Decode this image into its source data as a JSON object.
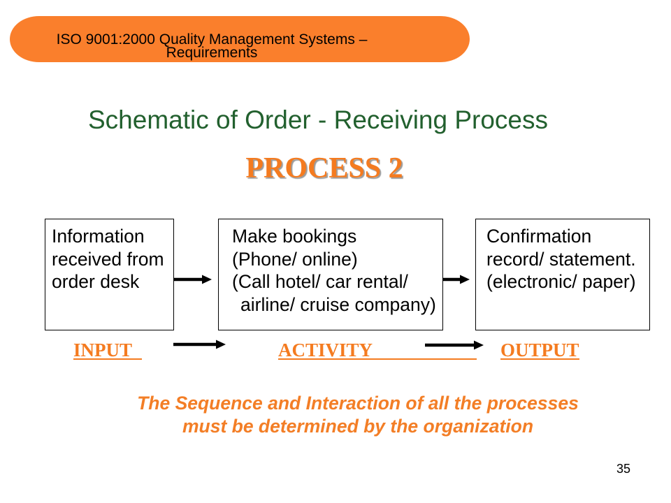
{
  "header": {
    "line1": "ISO 9001:2000 Quality Management Systems –",
    "line2": "Requirements"
  },
  "title": "Schematic of Order - Receiving Process",
  "process_label": "PROCESS 2",
  "boxes": {
    "input": [
      "Information",
      "received from",
      "order desk"
    ],
    "activity": [
      "Make bookings",
      "(Phone/ online)",
      "(Call hotel/ car rental/",
      "airline/ cruise company)"
    ],
    "output": [
      "Confirmation",
      "record/ statement.",
      "(electronic/ paper)"
    ]
  },
  "labels": {
    "input": "INPUT",
    "activity": "ACTIVITY",
    "output": "OUTPUT"
  },
  "note": {
    "line1": "The Sequence and Interaction of all the processes",
    "line2": "must be determined by the organization"
  },
  "page_number": "35",
  "colors": {
    "banner": "#FA7F2C",
    "title": "#22602E",
    "accent": "#F47B20",
    "note": "#F37E26"
  }
}
